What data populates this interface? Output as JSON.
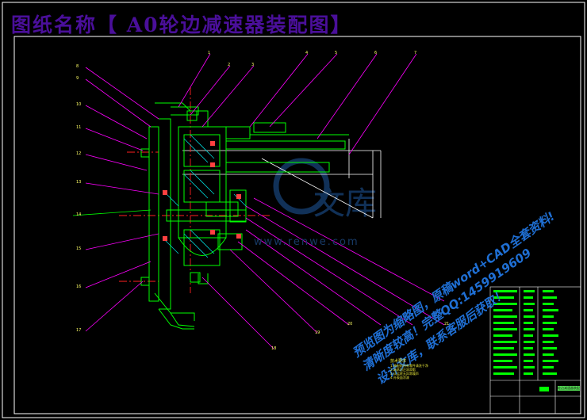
{
  "title": "图纸名称【 A0轮边减速器装配图】",
  "watermark": {
    "site_lines": [
      "预览图为缩略图，原稿word+CAD全套资料!",
      "清晰度较高！完整QQ:1459919609",
      "设计文库，联系客服后获取！"
    ],
    "site_url": "www.renwe.com",
    "logo_text": "文库"
  },
  "part_labels": [
    "1",
    "2",
    "3",
    "4",
    "5",
    "6",
    "7",
    "8",
    "9",
    "10",
    "11",
    "12",
    "13",
    "14",
    "15",
    "16",
    "17",
    "18",
    "19",
    "20",
    "21"
  ],
  "notes": {
    "title": "技术要求",
    "lines": [
      "1.装配前所有零件清洗干净",
      "2.轴承加注润滑脂",
      "3.试运转无异常噪声",
      "4.外表面涂漆"
    ]
  },
  "title_block": {
    "drawing_name": "轮边减速器装配图"
  },
  "colors": {
    "background": "#000000",
    "frame": "#ffffff",
    "part_outline": "#00ff00",
    "leader": "#ff00ff",
    "centerline": "#ff2020",
    "hatch": "#00d0d0",
    "title_text": "#4a0f9a",
    "watermark": "#1f6fd4"
  }
}
